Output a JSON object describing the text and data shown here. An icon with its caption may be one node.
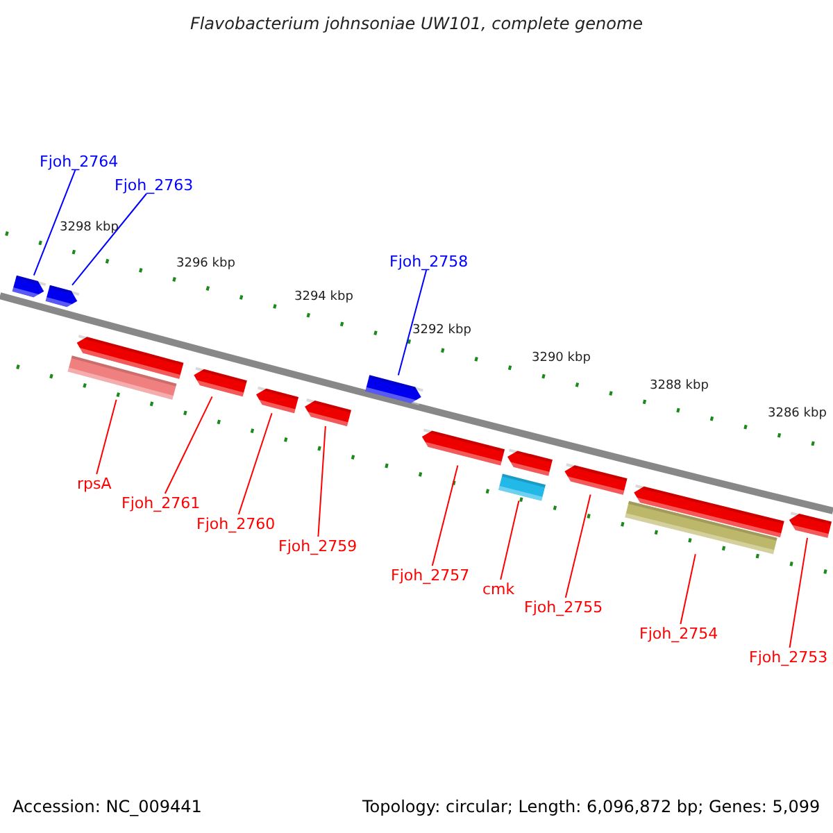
{
  "diagram": {
    "title": "Flavobacterium johnsoniae UW101, complete genome",
    "nodes": [
      {
        "text": [
          "Fjoh_2764"
        ]
      },
      {
        "text": [
          "Fjoh_2763"
        ]
      },
      {
        "text": [
          "Fjoh_2758"
        ]
      },
      {
        "text": [
          "rpsA"
        ]
      },
      {
        "text": [
          "Fjoh_2761"
        ]
      },
      {
        "text": [
          "Fjoh_2760"
        ]
      },
      {
        "text": [
          "Fjoh_2759"
        ]
      },
      {
        "text": [
          "Fjoh_2757"
        ]
      },
      {
        "text": [
          "cmk"
        ]
      },
      {
        "text": [
          "Fjoh_2755"
        ]
      },
      {
        "text": [
          "Fjoh_2754"
        ]
      },
      {
        "text": [
          "Fjoh_2753"
        ]
      },
      {
        "text": [],
        "shape": "arrow"
      },
      {
        "text": [],
        "shape": "arrow"
      },
      {
        "text": [],
        "shape": "arrow"
      },
      {
        "text": [],
        "shape": "bar"
      },
      {
        "text": [],
        "shape": "arrow"
      },
      {
        "text": [],
        "shape": "arrow"
      },
      {
        "text": [],
        "shape": "arrow"
      },
      {
        "text": [],
        "shape": "arrow"
      },
      {
        "text": [],
        "shape": "arrow"
      },
      {
        "text": [],
        "shape": "arrow"
      },
      {
        "text": [],
        "shape": "bar"
      },
      {
        "text": [],
        "shape": "arrow"
      },
      {
        "text": [],
        "shape": "arrow"
      },
      {
        "text": [],
        "shape": "bar"
      },
      {
        "text": [],
        "shape": "arrow"
      }
    ],
    "edges": [
      {
        "from": 0,
        "to": 12,
        "arrow": "none",
        "color": "#0000ff"
      },
      {
        "from": 1,
        "to": 13,
        "arrow": "none",
        "color": "#0000ff"
      },
      {
        "from": 2,
        "to": 19,
        "arrow": "none",
        "color": "#0000ff"
      },
      {
        "from": 3,
        "to": 15,
        "arrow": "none"
      },
      {
        "from": 4,
        "to": 16,
        "arrow": "none"
      },
      {
        "from": 5,
        "to": 17,
        "arrow": "none"
      },
      {
        "from": 6,
        "to": 18,
        "arrow": "none"
      },
      {
        "from": 7,
        "to": 20,
        "arrow": "none"
      },
      {
        "from": 8,
        "to": 22,
        "arrow": "none"
      },
      {
        "from": 9,
        "to": 23,
        "arrow": "none"
      },
      {
        "from": 10,
        "to": 25,
        "arrow": "none"
      },
      {
        "from": 11,
        "to": 26,
        "arrow": "none"
      }
    ],
    "labels": [
      "3298 kbp",
      "3296 kbp",
      "3294 kbp",
      "3292 kbp",
      "3290 kbp",
      "3288 kbp",
      "3286 kbp",
      "Accession: NC_009441",
      "Topology: circular; Length: 6,096,872 bp; Genes: 5,099"
    ]
  }
}
